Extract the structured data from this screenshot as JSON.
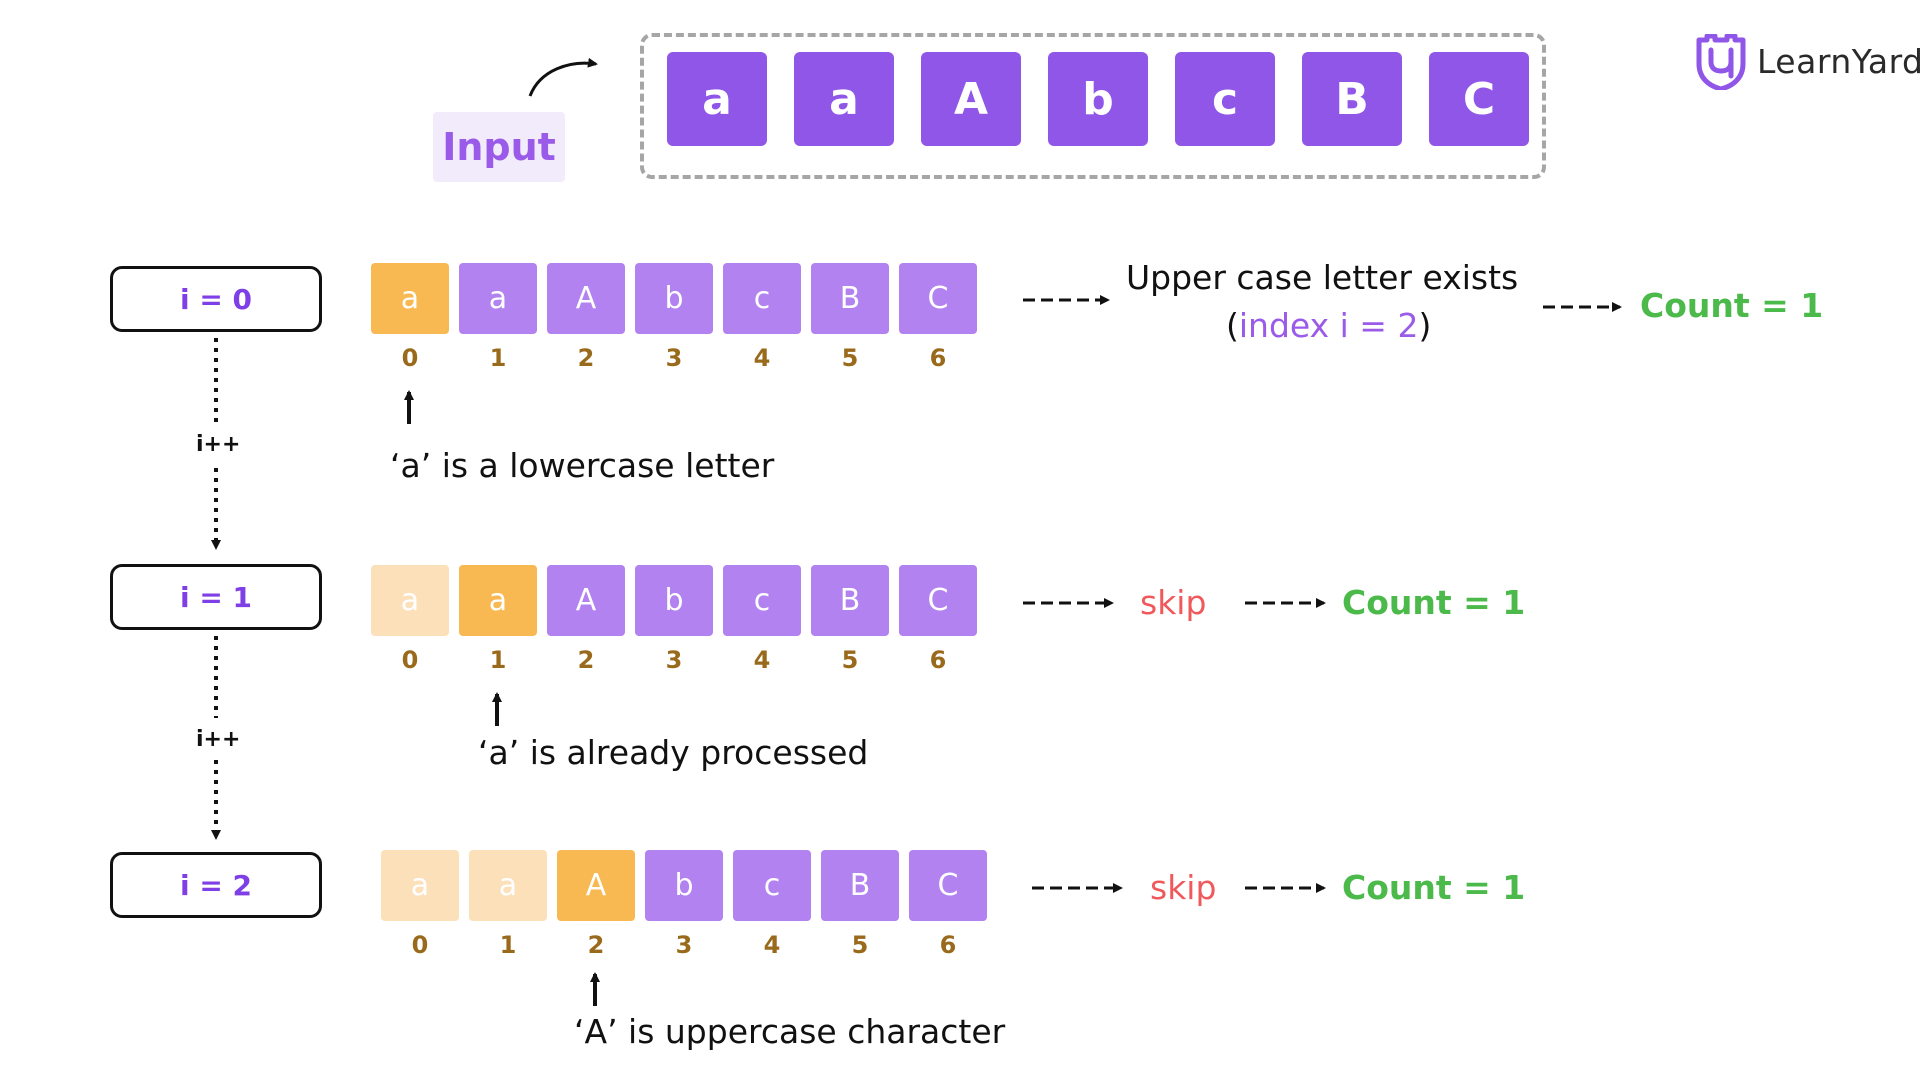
{
  "input": {
    "label": "Input",
    "chars": [
      "a",
      "a",
      "A",
      "b",
      "c",
      "B",
      "C"
    ]
  },
  "logo": {
    "text": "LearnYard"
  },
  "steps": [
    {
      "label": "i = 0",
      "cells": [
        "a",
        "a",
        "A",
        "b",
        "c",
        "B",
        "C"
      ],
      "indices": [
        "0",
        "1",
        "2",
        "3",
        "4",
        "5",
        "6"
      ],
      "note": "‘a’ is a lowercase letter",
      "result_line1": "Upper case letter exists",
      "result_open": "(",
      "result_index": "index i = 2",
      "result_close": ")",
      "count": "Count = 1"
    },
    {
      "label": "i = 1",
      "cells": [
        "a",
        "a",
        "A",
        "b",
        "c",
        "B",
        "C"
      ],
      "indices": [
        "0",
        "1",
        "2",
        "3",
        "4",
        "5",
        "6"
      ],
      "note": "‘a’ is already processed",
      "result": "skip",
      "count": "Count = 1"
    },
    {
      "label": "i = 2",
      "cells": [
        "a",
        "a",
        "A",
        "b",
        "c",
        "B",
        "C"
      ],
      "indices": [
        "0",
        "1",
        "2",
        "3",
        "4",
        "5",
        "6"
      ],
      "note": "‘A’ is uppercase character",
      "result": "skip",
      "count": "Count = 1"
    }
  ],
  "increment_label": "i++",
  "colors": {
    "input_cell": "#8f56e8",
    "current_cell": "#f9b952",
    "processed_cell": "#fbe0ba",
    "pending_cell": "#b282f0",
    "index_text": "#9a6a1c",
    "skip_text": "#f0595c",
    "count_text": "#4cba4b",
    "accent": "#9a5be8"
  }
}
